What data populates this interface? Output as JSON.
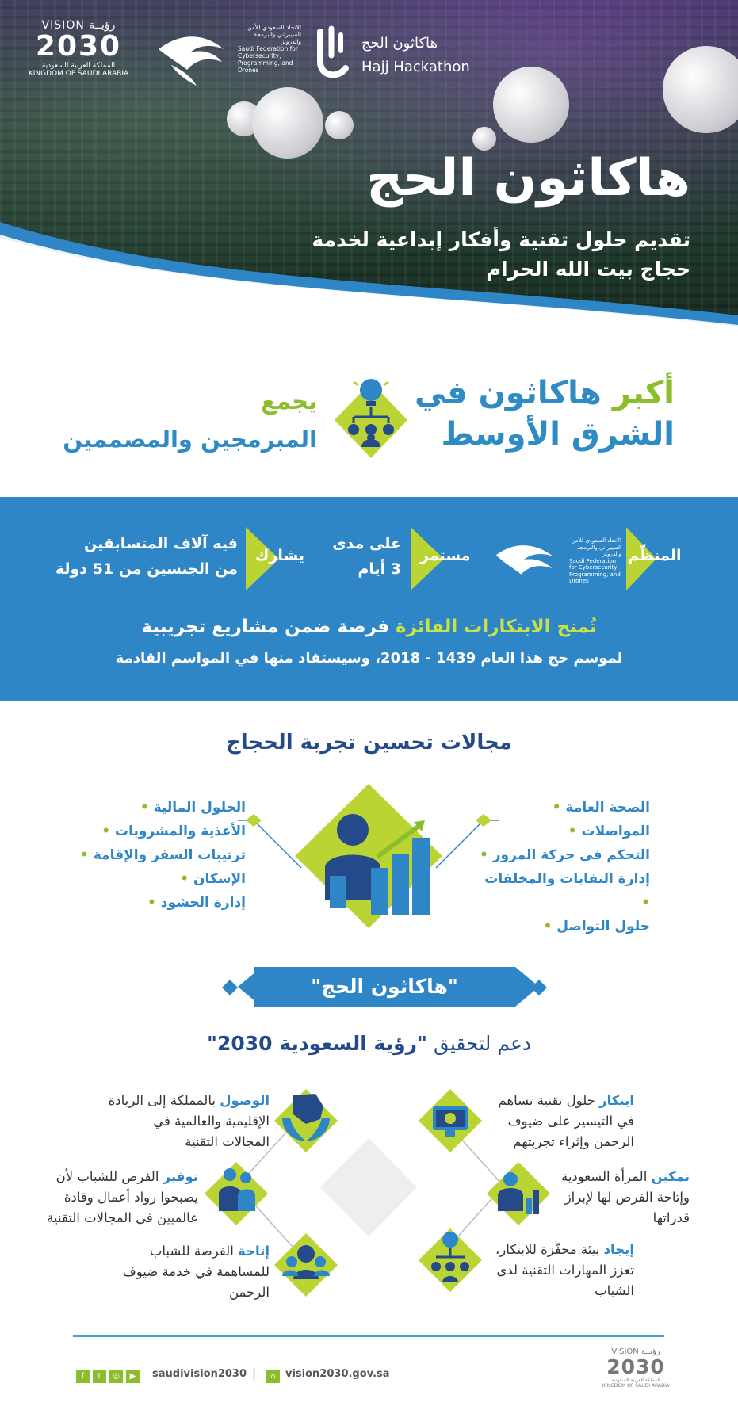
{
  "colors": {
    "blue": "#2e86c6",
    "green": "#8cbd2a",
    "navy": "#244a8a",
    "lime": "#c8e04a"
  },
  "logos": {
    "vision_top": "VISION رؤيــة",
    "vision_year": "2030",
    "vision_kingdom_ar": "المملكة العربية السعودية",
    "vision_kingdom_en": "KINGDOM OF SAUDI ARABIA",
    "safcsp_ar": "الاتحاد السعودي للأمن السيبراني والبرمجة والدرونز",
    "safcsp_en": "Saudi Federation for Cybersecurity, Programming, and Drones",
    "hajj_ar": "هاكاثون الحج",
    "hajj_en": "Hajj Hackathon"
  },
  "hero": {
    "title": "هاكاثون الحج",
    "subtitle_1": "تقديم حلول تقنية وأفكار إبداعية لخدمة",
    "subtitle_2": "حجاج بيت الله الحرام"
  },
  "intro": {
    "biggest_1_accent": "أكبر",
    "biggest_1_rest": "هاكاثون في",
    "biggest_2": "الشرق الأوسط",
    "gathers_accent": "يجمع",
    "gathers_rest": "المبرمجين والمصممين"
  },
  "band": {
    "organizer_label": "المنظّم",
    "duration_label": "مستمر",
    "duration_line1": "على مدى",
    "duration_line2": "3 أيام",
    "participants_label": "يشارك",
    "participants_line1": "فيه آلاف المتسابقين",
    "participants_line2": "من الجنسين من 51 دولة",
    "headline_accent": "تُمنح الابتكارات الفائزة",
    "headline_rest": "فرصة ضمن مشاريع تجريبية",
    "line2": "لموسم حج هذا العام 1439 - 2018، وسيستفاد منها في المواسم القادمة"
  },
  "areas": {
    "title": "مجالات تحسين تجربة الحجاج",
    "right": [
      "الصحة العامة",
      "المواصلات",
      "التحكم في حركة المرور",
      "إدارة النفايات والمخلفات",
      "حلول التواصل"
    ],
    "left": [
      "الحلول المالية",
      "الأغذية والمشروبات",
      "ترتيبات السفر والإقامة",
      "الإسكان",
      "إدارة الحشود"
    ]
  },
  "vision": {
    "banner": "\"هاكاثون الحج\"",
    "support_prefix": "دعم لتحقيق",
    "support_bold": "\"رؤية السعودية 2030\"",
    "items": [
      {
        "accent": "ابتكار",
        "l1": "حلول تقنية تساهم",
        "l2": "في التيسير على ضيوف",
        "l3": "الرحمن وإثراء تجربتهم"
      },
      {
        "accent": "تمكين",
        "l1": "المرأة السعودية",
        "l2": "وإتاحة الفرص لها لإبراز",
        "l3": "قدراتها"
      },
      {
        "accent": "إيجاد",
        "l1": "بيئة محفّزة للابتكار،",
        "l2": "تعزز المهارات التقنية لدى",
        "l3": "الشباب"
      },
      {
        "accent": "الوصول",
        "l1": "بالمملكة إلى الريادة",
        "l2": "الإقليمية والعالمية في",
        "l3": "المجالات التقنية"
      },
      {
        "accent": "توفير",
        "l1": "الفرص للشباب لأن",
        "l2": "يصبحوا رواد أعمال وقادة",
        "l3": "عالميين في المجالات التقنية"
      },
      {
        "accent": "إتاحة",
        "l1": "الفرصة للشباب",
        "l2": "للمساهمة في خدمة ضيوف",
        "l3": "الرحمن"
      }
    ]
  },
  "footer": {
    "handle": "saudivision2030",
    "separator": "|",
    "url": "vision2030.gov.sa",
    "social_icons": [
      "facebook-icon",
      "twitter-icon",
      "instagram-icon",
      "youtube-icon"
    ]
  }
}
